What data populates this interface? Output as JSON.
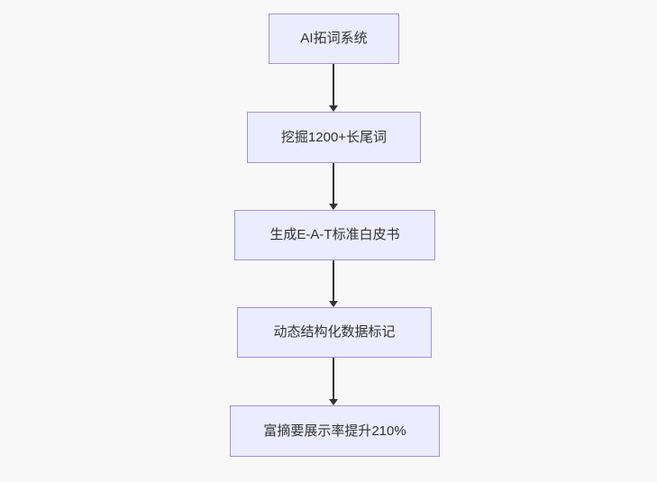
{
  "diagram": {
    "type": "flowchart",
    "direction": "top-down",
    "nodes": [
      {
        "id": "n1",
        "label": "AI拓词系统"
      },
      {
        "id": "n2",
        "label": "挖掘1200+长尾词"
      },
      {
        "id": "n3",
        "label": "生成E-A-T标准白皮书"
      },
      {
        "id": "n4",
        "label": "动态结构化数据标记"
      },
      {
        "id": "n5",
        "label": "富摘要展示率提升210%"
      }
    ],
    "edges": [
      {
        "from": "n1",
        "to": "n2",
        "arrow": "down"
      },
      {
        "from": "n2",
        "to": "n3",
        "arrow": "down"
      },
      {
        "from": "n3",
        "to": "n4",
        "arrow": "down"
      },
      {
        "from": "n4",
        "to": "n5",
        "arrow": "down"
      }
    ]
  },
  "colors": {
    "background": "#f8f8f8",
    "node_fill": "#ECECFF",
    "node_border": "#a292dc",
    "edge": "#333333",
    "text": "#333333"
  }
}
